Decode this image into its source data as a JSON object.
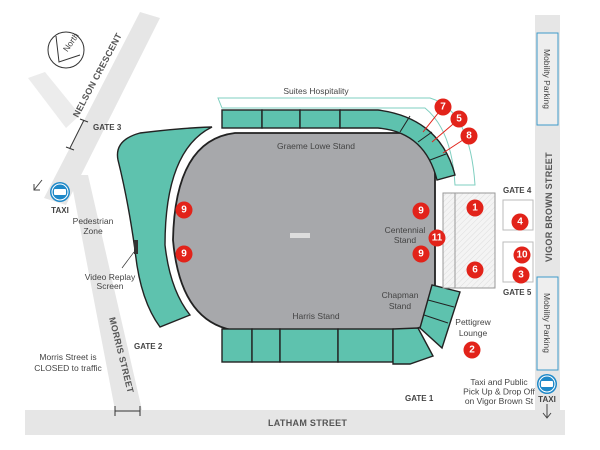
{
  "compass": {
    "label": "North"
  },
  "streets": {
    "nelson": "NELSON CRESCENT",
    "morris": "MORRIS STREET",
    "latham": "LATHAM STREET",
    "vigor": "VIGOR BROWN STREET"
  },
  "gates": {
    "g1": "GATE 1",
    "g2": "GATE 2",
    "g3": "GATE 3",
    "g4": "GATE 4",
    "g5": "GATE 5"
  },
  "areas": {
    "suites": "Suites Hospitality",
    "graeme": "Graeme Lowe Stand",
    "harris": "Harris Stand",
    "centennial_1": "Centennial",
    "centennial_2": "Stand",
    "chapman_1": "Chapman",
    "chapman_2": "Stand",
    "pettigrew_1": "Pettigrew",
    "pettigrew_2": "Lounge",
    "pedestrian_1": "Pedestrian",
    "pedestrian_2": "Zone",
    "video_1": "Video Replay",
    "video_2": "Screen"
  },
  "notes": {
    "morris_1": "Morris Street is",
    "morris_2": "CLOSED to traffic",
    "taxi_1": "Taxi and Public",
    "taxi_2": "Pick Up & Drop Off",
    "taxi_3": "on Vigor Brown St"
  },
  "parking": {
    "top": "Mobility Parking",
    "bottom": "Mobility Parking"
  },
  "taxi": {
    "left": "TAXI",
    "right": "TAXI"
  },
  "markers": {
    "m9a": "9",
    "m9b": "9",
    "m9c": "9",
    "m9d": "9",
    "m11": "11",
    "m1": "1",
    "m4": "4",
    "m10": "10",
    "m3": "3",
    "m6": "6",
    "m2": "2",
    "m7": "7",
    "m5": "5",
    "m8": "8"
  },
  "colors": {
    "stand": "#5ec2ae",
    "pitch": "#a7a8ab",
    "marker": "#e2231a",
    "road": "#e6e6e6",
    "taxi": "#1e88c8"
  }
}
